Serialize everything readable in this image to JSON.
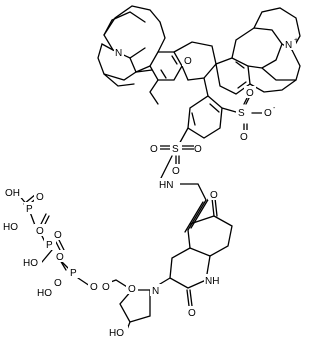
{
  "labels": {
    "o_xanthene": "O",
    "n_left": "N",
    "n_right": "N",
    "n_right_charge": "+",
    "so3_s": "S",
    "so3_o_top": "O",
    "so3_o_bottom": "O",
    "so3_o_charge": "O",
    "so3_charge": "-",
    "so2_s": "S",
    "so2_o_left": "O",
    "so2_o_right": "O",
    "so2_o_bottom": "O",
    "hn": "HN",
    "o_top_uracil": "O",
    "nh_uracil": "NH",
    "o_bottom_uracil": "O",
    "n_uracil": "N",
    "o_sugar_ring": "O",
    "ho_sugar": "HO",
    "o_link": "O",
    "p1": "P",
    "p2": "P",
    "p3": "P",
    "ho_p1a": "HO",
    "o_p1": "O",
    "o_p1b": "O",
    "oh_top": "OH",
    "o_p2": "O",
    "ho_p2": "HO",
    "o_p2b": "O",
    "ho_p3": "HO",
    "o_p3": "O",
    "o_bridge": "O"
  }
}
